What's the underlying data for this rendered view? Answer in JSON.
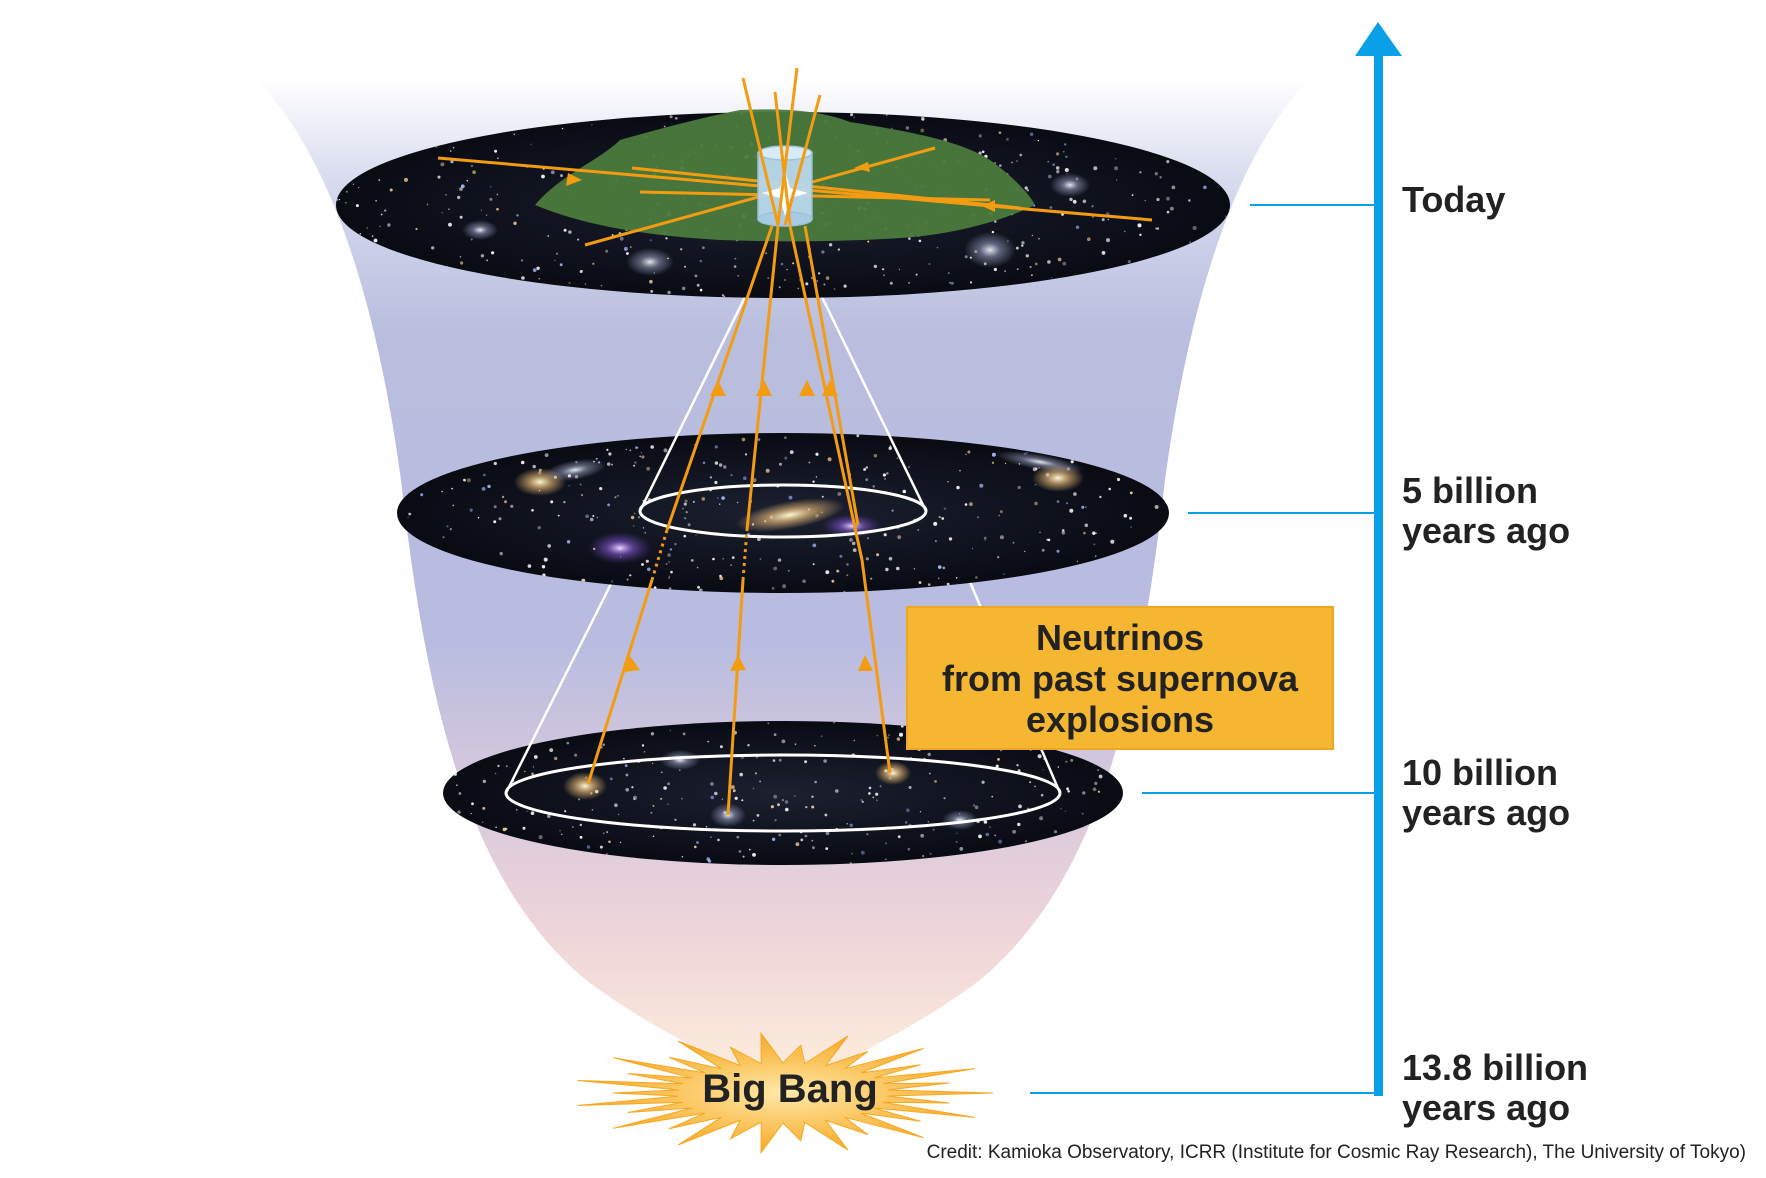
{
  "timeline": {
    "arrow_color": "#0aa0e8",
    "today": [
      "Today"
    ],
    "five_billion": [
      "5 billion",
      "years ago"
    ],
    "ten_billion": [
      "10 billion",
      "years ago"
    ],
    "big_bang_time": [
      "13.8 billion",
      "years ago"
    ]
  },
  "callout": {
    "lines": [
      "Neutrinos",
      "from past supernova",
      "explosions"
    ],
    "color": "#f5b731"
  },
  "big_bang": {
    "label": "Big Bang",
    "color": "#f7a823"
  },
  "neutrino_color": "#f39c12",
  "credit": "Credit: Kamioka Observatory, ICRR (Institute for Cosmic Ray Research), The University of Tokyo)"
}
